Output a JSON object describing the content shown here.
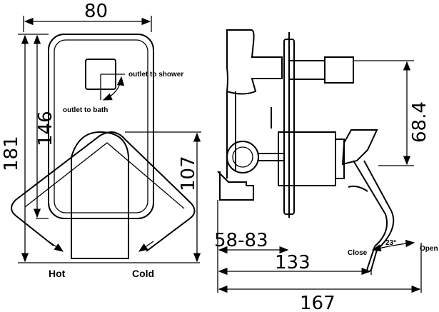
{
  "front_view": {
    "width_dim": "80",
    "height_dim": "181",
    "plate_height_dim": "146",
    "handle_height_dim": "107",
    "outlet_shower": "outlet to shower",
    "outlet_bath": "outlet to bath",
    "hot_label": "Hot",
    "cold_label": "Cold"
  },
  "side_view": {
    "outlet_offset_dim": "68.4",
    "wall_depth_dim": "58-83",
    "depth_dim": "133",
    "total_depth_dim": "167",
    "angle_label": "23°",
    "close_label": "Close",
    "open_label": "Open"
  }
}
